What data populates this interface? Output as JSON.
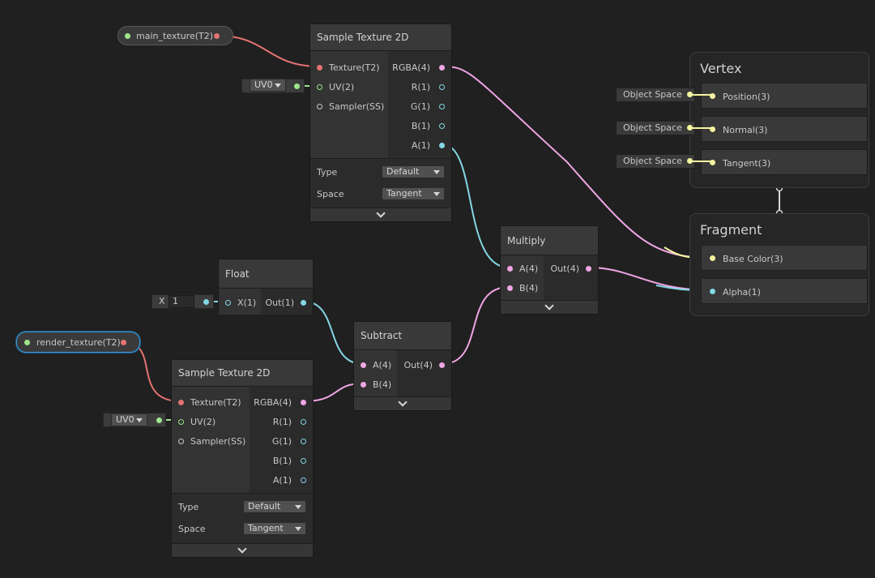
{
  "colors": {
    "texture": "#e57373",
    "vector4": "#f0a6e6",
    "vector1": "#84d7e5",
    "vector2": "#9fe68a",
    "vector3": "#f5f5a0",
    "sampler": "#cccccc"
  },
  "props": [
    {
      "label": "main_texture(T2)"
    },
    {
      "label": "render_texture(T2)"
    }
  ],
  "sample1": {
    "title": "Sample Texture 2D",
    "inputs": [
      "Texture(T2)",
      "UV(2)",
      "Sampler(SS)"
    ],
    "outputs": [
      "RGBA(4)",
      "R(1)",
      "G(1)",
      "B(1)",
      "A(1)"
    ],
    "type_label": "Type",
    "type_value": "Default",
    "space_label": "Space",
    "space_value": "Tangent",
    "uv_value": "UV0"
  },
  "sample2": {
    "title": "Sample Texture 2D",
    "inputs": [
      "Texture(T2)",
      "UV(2)",
      "Sampler(SS)"
    ],
    "outputs": [
      "RGBA(4)",
      "R(1)",
      "G(1)",
      "B(1)",
      "A(1)"
    ],
    "type_label": "Type",
    "type_value": "Default",
    "space_label": "Space",
    "space_value": "Tangent",
    "uv_value": "UV0"
  },
  "float": {
    "title": "Float",
    "input": "X(1)",
    "output": "Out(1)",
    "x_label": "X",
    "x_value": "1"
  },
  "subtract": {
    "title": "Subtract",
    "inputs": [
      "A(4)",
      "B(4)"
    ],
    "output": "Out(4)"
  },
  "multiply": {
    "title": "Multiply",
    "inputs": [
      "A(4)",
      "B(4)"
    ],
    "output": "Out(4)"
  },
  "vertex": {
    "title": "Vertex",
    "slots": [
      "Position(3)",
      "Normal(3)",
      "Tangent(3)"
    ],
    "space_value": "Object Space"
  },
  "fragment": {
    "title": "Fragment",
    "slots": [
      "Base Color(3)",
      "Alpha(1)"
    ]
  }
}
